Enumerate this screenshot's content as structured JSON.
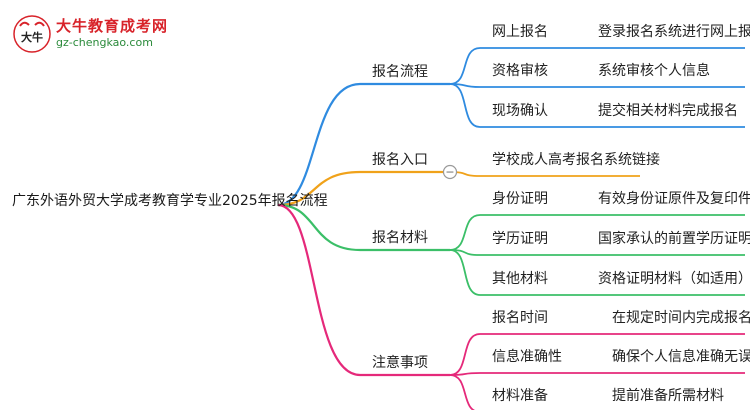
{
  "logo": {
    "title": "大牛教育成考网",
    "url": "gz-chengkao.com",
    "emblem_text": "大牛"
  },
  "colors": {
    "branch_blue": "#2f8be0",
    "branch_orange": "#f0a21a",
    "branch_green": "#3bbf68",
    "branch_pink": "#e5297a"
  },
  "root": {
    "label": "广东外语外贸大学成考教育学专业2025年报名流程"
  },
  "branches": [
    {
      "label": "报名流程",
      "color": "#2f8be0",
      "items": [
        {
          "label": "网上报名",
          "detail": "登录报名系统进行网上报名"
        },
        {
          "label": "资格审核",
          "detail": "系统审核个人信息"
        },
        {
          "label": "现场确认",
          "detail": "提交相关材料完成报名"
        }
      ]
    },
    {
      "label": "报名入口",
      "color": "#f0a21a",
      "collapse_symbol": "−",
      "items": [
        {
          "label": "学校成人高考报名系统链接"
        }
      ]
    },
    {
      "label": "报名材料",
      "color": "#3bbf68",
      "items": [
        {
          "label": "身份证明",
          "detail": "有效身份证原件及复印件"
        },
        {
          "label": "学历证明",
          "detail": "国家承认的前置学历证明"
        },
        {
          "label": "其他材料",
          "detail": "资格证明材料（如适用）"
        }
      ]
    },
    {
      "label": "注意事项",
      "color": "#e5297a",
      "items": [
        {
          "label": "报名时间",
          "detail": "在规定时间内完成报名"
        },
        {
          "label": "信息准确性",
          "detail": "确保个人信息准确无误"
        },
        {
          "label": "材料准备",
          "detail": "提前准备所需材料"
        }
      ]
    }
  ]
}
